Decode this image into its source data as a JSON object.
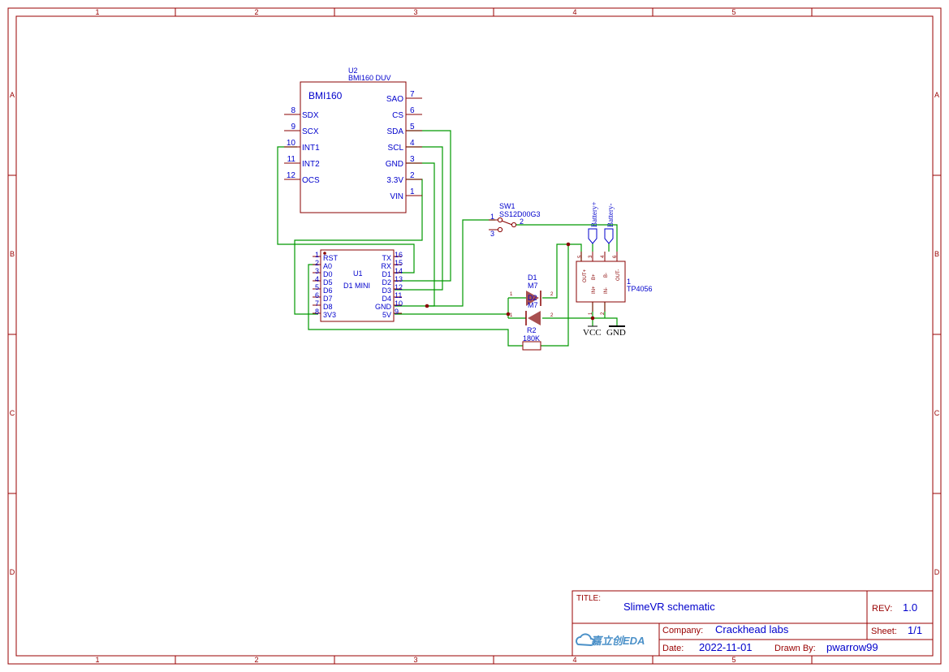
{
  "frame": {
    "columns": [
      "1",
      "2",
      "3",
      "4",
      "5"
    ],
    "rows": [
      "A",
      "B",
      "C",
      "D"
    ]
  },
  "u2": {
    "ref": "U2",
    "value": "BMI160 DUV",
    "name": "BMI160",
    "left_pins": [
      {
        "num": "8",
        "name": "SDX"
      },
      {
        "num": "9",
        "name": "SCX"
      },
      {
        "num": "10",
        "name": "INT1"
      },
      {
        "num": "11",
        "name": "INT2"
      },
      {
        "num": "12",
        "name": "OCS"
      }
    ],
    "right_pins": [
      {
        "num": "7",
        "name": "SAO"
      },
      {
        "num": "6",
        "name": "CS"
      },
      {
        "num": "5",
        "name": "SDA"
      },
      {
        "num": "4",
        "name": "SCL"
      },
      {
        "num": "3",
        "name": "GND"
      },
      {
        "num": "2",
        "name": "3.3V"
      },
      {
        "num": "1",
        "name": "VIN"
      }
    ]
  },
  "u1": {
    "ref": "U1",
    "value": "D1 MINI",
    "left_pins": [
      {
        "num": "1",
        "name": "RST"
      },
      {
        "num": "2",
        "name": "A0"
      },
      {
        "num": "3",
        "name": "D0"
      },
      {
        "num": "4",
        "name": "D5"
      },
      {
        "num": "5",
        "name": "D6"
      },
      {
        "num": "6",
        "name": "D7"
      },
      {
        "num": "7",
        "name": "D8"
      },
      {
        "num": "8",
        "name": "3V3"
      }
    ],
    "right_pins": [
      {
        "num": "16",
        "name": "TX"
      },
      {
        "num": "15",
        "name": "RX"
      },
      {
        "num": "14",
        "name": "D1"
      },
      {
        "num": "13",
        "name": "D2"
      },
      {
        "num": "12",
        "name": "D3"
      },
      {
        "num": "11",
        "name": "D4"
      },
      {
        "num": "10",
        "name": "GND"
      },
      {
        "num": "9",
        "name": "5V"
      }
    ]
  },
  "sw1": {
    "ref": "SW1",
    "value": "SS12D00G3",
    "pin1": "1",
    "pin2": "2",
    "pin3": "3"
  },
  "d1": {
    "ref": "D1",
    "value": "M7",
    "pin1": "1",
    "pin2": "2"
  },
  "d2": {
    "ref": "D2",
    "value": "M7",
    "pin1": "1",
    "pin2": "2"
  },
  "r2": {
    "ref": "R2",
    "value": "180K"
  },
  "tp4056": {
    "ref": "1",
    "value": "TP4056",
    "pins": [
      "OUT+",
      "B+",
      "B-",
      "OUT-",
      "IN+",
      "IN-"
    ],
    "pin_nums": [
      "5",
      "3",
      "4",
      "6",
      "1",
      "2"
    ]
  },
  "ports": {
    "battery_plus": "Battery+",
    "battery_minus": "Battery-",
    "vcc": "VCC",
    "gnd": "GND"
  },
  "title_block": {
    "title_label": "TITLE:",
    "title": "SlimeVR schematic",
    "rev_label": "REV:",
    "rev": "1.0",
    "company_label": "Company:",
    "company": "Crackhead labs",
    "sheet_label": "Sheet:",
    "sheet": "1/1",
    "date_label": "Date:",
    "date": "2022-11-01",
    "drawn_label": "Drawn By:",
    "drawn": "pwarrow99",
    "logo": "嘉立创EDA"
  },
  "colors": {
    "frame": "#990000",
    "wire": "#009900",
    "label": "#0000cc",
    "component": "#880000"
  }
}
